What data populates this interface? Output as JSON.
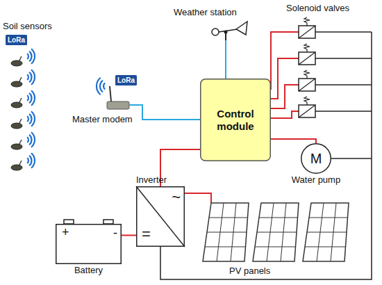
{
  "diagram": {
    "nodes": [
      {
        "text": [
          "Control module"
        ]
      },
      {
        "text": [
          "Inverter",
          "~",
          "="
        ]
      },
      {
        "text": [
          "+",
          "-",
          "Battery"
        ]
      },
      {
        "text": [
          "M",
          "Water pump"
        ]
      },
      {
        "text": [
          "LoRa"
        ]
      },
      {
        "text": [
          "LoRa"
        ]
      }
    ],
    "edges": [
      {
        "from": 1,
        "to": 0,
        "arrow": "none"
      },
      {
        "from": 2,
        "to": 1,
        "arrow": "none"
      },
      {
        "from": 0,
        "to": 3,
        "arrow": "none"
      }
    ],
    "labels": [
      "Soil sensors",
      "Weather station",
      "Solenoid valves",
      "Master modem",
      "PV panels"
    ]
  }
}
